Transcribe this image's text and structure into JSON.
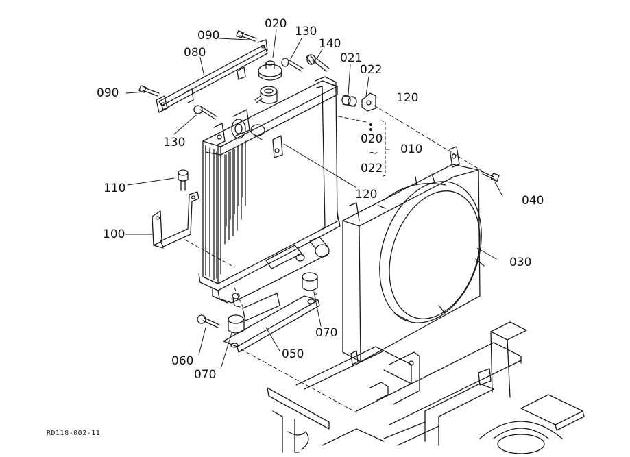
{
  "diagram": {
    "reference_code": "RD118-002-11",
    "range_symbol": "~",
    "colors": {
      "line": "#1a1a1a",
      "background": "#ffffff"
    },
    "labels": [
      {
        "id": "p090a",
        "text": "090"
      },
      {
        "id": "p020a",
        "text": "020"
      },
      {
        "id": "p130a",
        "text": "130"
      },
      {
        "id": "p080",
        "text": "080"
      },
      {
        "id": "p140",
        "text": "140"
      },
      {
        "id": "p021",
        "text": "021"
      },
      {
        "id": "p022a",
        "text": "022"
      },
      {
        "id": "p090b",
        "text": "090"
      },
      {
        "id": "p120a",
        "text": "120"
      },
      {
        "id": "p130b",
        "text": "130"
      },
      {
        "id": "p020b",
        "text": "020"
      },
      {
        "id": "p010",
        "text": "010"
      },
      {
        "id": "p022b",
        "text": "022"
      },
      {
        "id": "p110",
        "text": "110"
      },
      {
        "id": "p120b",
        "text": "120"
      },
      {
        "id": "p040",
        "text": "040"
      },
      {
        "id": "p100",
        "text": "100"
      },
      {
        "id": "p030",
        "text": "030"
      },
      {
        "id": "p070a",
        "text": "070"
      },
      {
        "id": "p060",
        "text": "060"
      },
      {
        "id": "p050",
        "text": "050"
      },
      {
        "id": "p070b",
        "text": "070"
      }
    ]
  }
}
